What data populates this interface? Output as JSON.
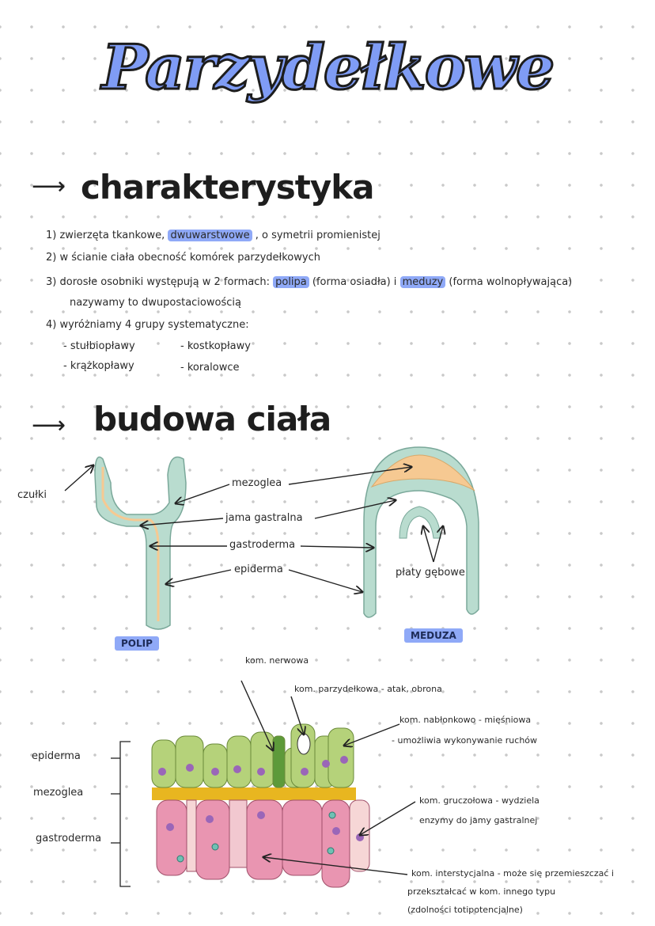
{
  "title": "Parzydełkowe",
  "sections": {
    "characteristics": {
      "heading": "charakterystyka",
      "items": [
        {
          "num": "1)",
          "pre": "zwierzęta tkankowe,",
          "highlight": "dwuwarstwowe",
          "post": ", o symetrii promienistej"
        },
        {
          "num": "2)",
          "text": "w ścianie ciała obecność komórek parzydełkowych"
        },
        {
          "num": "3)",
          "pre": "dorosłe osobniki występują w 2 formach:",
          "highlight": "polipa",
          "mid": "(forma osiadła)  i",
          "highlight2": "meduzy",
          "post": "(forma wolnopływająca)"
        },
        {
          "cont": "nazywamy to dwupostaciowością"
        },
        {
          "num": "4)",
          "text": "wyróżniamy 4 grupy systematyczne:"
        }
      ],
      "groups": [
        "- stułbiopławy",
        "- kostkopławy",
        "- krążkopławy",
        "- koralowce"
      ]
    },
    "body": {
      "heading": "budowa ciała",
      "labels": {
        "tentacles": "czułki",
        "mesoglea": "mezoglea",
        "gastric_cavity": "jama gastralna",
        "gastrodermis": "gastroderma",
        "epidermis": "epiderma",
        "oral_lobes": "płaty gębowe"
      },
      "polyp_badge": "POLIP",
      "medusa_badge": "MEDUZA"
    },
    "cells": {
      "layers": [
        "epiderma",
        "mezoglea",
        "gastroderma"
      ],
      "nerve": "kom. nerwowa",
      "cnidocyte": "kom. parzydełkowa - atak, obrona",
      "epimuscular": [
        "kom. nabłonkowo - mięśniowa",
        "- umożliwia wykonywanie ruchów"
      ],
      "glandular": [
        "kom. gruczołowa - wydziela",
        "enzymy do jamy gastralnej"
      ],
      "interstitial": [
        "kom. interstycjalna - może się przemieszczać i",
        "przekształcać w kom. innego typu",
        "(zdolności totipotencjalne)"
      ]
    }
  },
  "colors": {
    "highlight": "#8fa9f7",
    "title": "#7f9cf5",
    "ectoderm": "#b9dccf",
    "mesoglea": "#f6c992",
    "epidermis_cells": "#b5d27a",
    "gastro_cells": "#e995b1",
    "mesoglea_band": "#e8b620"
  }
}
